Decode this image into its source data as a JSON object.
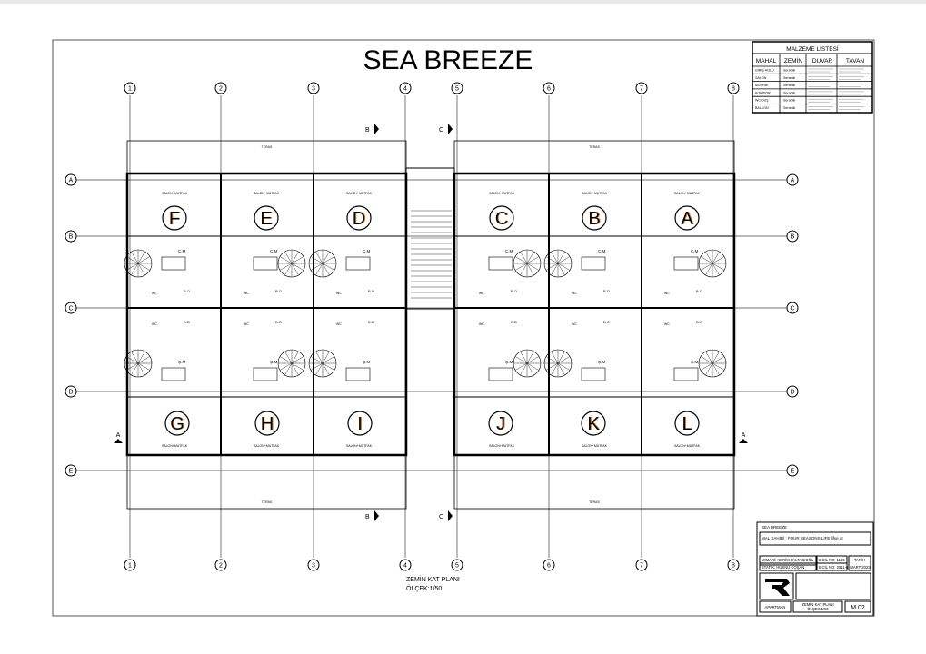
{
  "title": "SEA BREEZE",
  "plan_label": "ZEMİN KAT PLANI",
  "scale_label": "ÖLÇEK:1/50",
  "grid": {
    "columns": [
      "1",
      "2",
      "3",
      "4",
      "5",
      "6",
      "7",
      "8"
    ],
    "rows": [
      "A",
      "B",
      "C",
      "D",
      "E"
    ],
    "sections": [
      "B",
      "C",
      "A"
    ]
  },
  "units_top": [
    "F",
    "E",
    "D",
    "C",
    "B",
    "A"
  ],
  "units_bottom": [
    "G",
    "H",
    "I",
    "J",
    "K",
    "L"
  ],
  "room_labels": {
    "terrace": "TERAS",
    "living": "SALON+MUTFAK",
    "wardrobe": "Ç.M",
    "bath": "B.O",
    "wc": "WC"
  },
  "materials": {
    "title": "MALZEME LİSTESİ",
    "headers": [
      "MAHAL",
      "ZEMİN",
      "DUVAR",
      "TAVAN"
    ],
    "rows": [
      {
        "mahal": "GİRİŞ HOLÜ",
        "zemin": "Seramik"
      },
      {
        "mahal": "SALON",
        "zemin": "Seramik"
      },
      {
        "mahal": "MUTFAK",
        "zemin": "Seramik"
      },
      {
        "mahal": "KORİDOR",
        "zemin": "Seramik"
      },
      {
        "mahal": "WC/DUŞ",
        "zemin": "Seramik"
      },
      {
        "mahal": "BALKON",
        "zemin": "Seramik"
      }
    ]
  },
  "title_block": {
    "project": "SEA BREEZE",
    "owner": "MAL SAHİBİ : FOUR SEASONS LIFE lifye at",
    "architect": "MİMARİ: KERİM PALTACIOĞL",
    "structural": "STATİK: HÜSNÜ COŞAN",
    "sicil_1": "SİCİL NO: 1186",
    "sicil_2": "SİCİL NO: 2011-6",
    "date_label": "TARİH",
    "date": "MART 2023",
    "type": "APARTMAN",
    "drawing_name": "ZEMİN KAT PLANI",
    "drawing_scale": "ÖLÇEK:1/50",
    "sheet_no": "M 02"
  },
  "colors": {
    "line": "#000000",
    "letter_shadow": "#e07a1f",
    "grid_line": "#444444"
  }
}
